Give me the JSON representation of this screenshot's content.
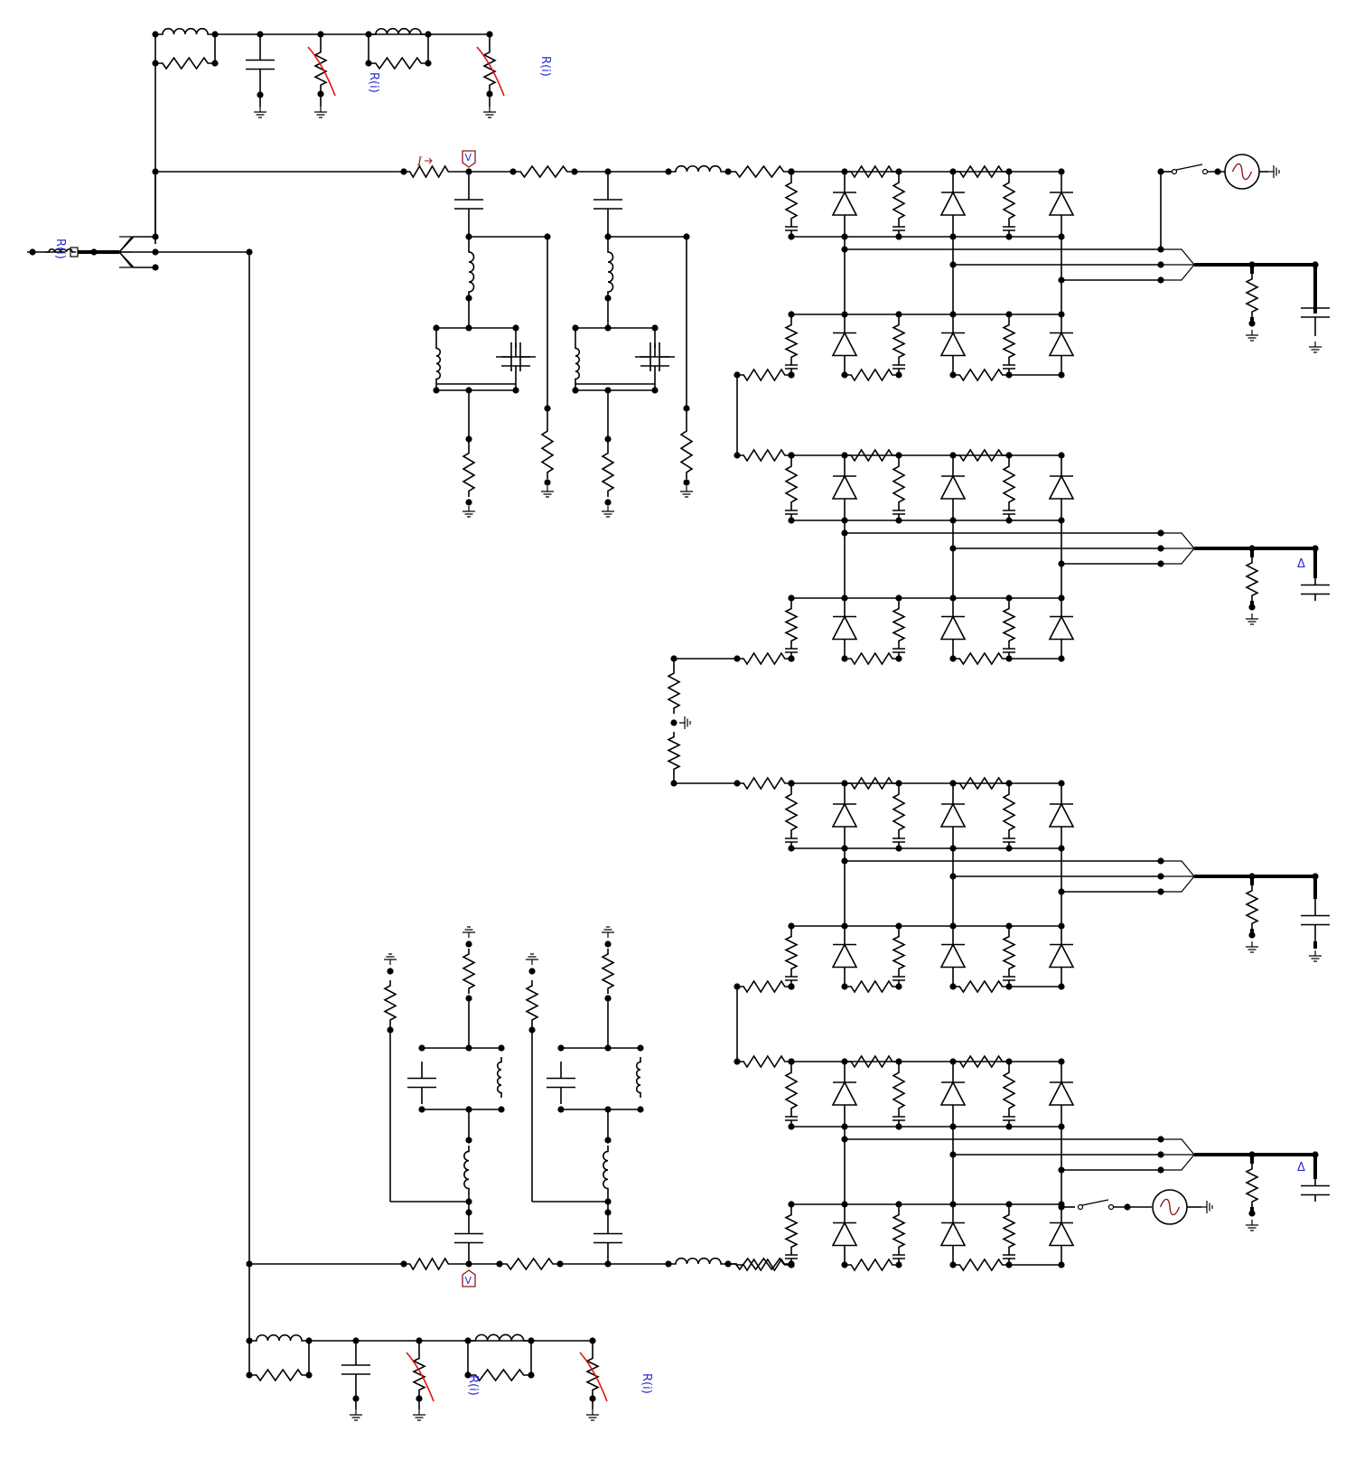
{
  "labels": {
    "nonlinear_resistor": "R(i)",
    "current_probe": "I",
    "voltage_probe": "V",
    "delta": "Δ"
  },
  "colors": {
    "wire": "#000000",
    "label": "#2a2ad0",
    "varistor_mark": "#e01010",
    "probe_box": "#8b1a1a"
  }
}
